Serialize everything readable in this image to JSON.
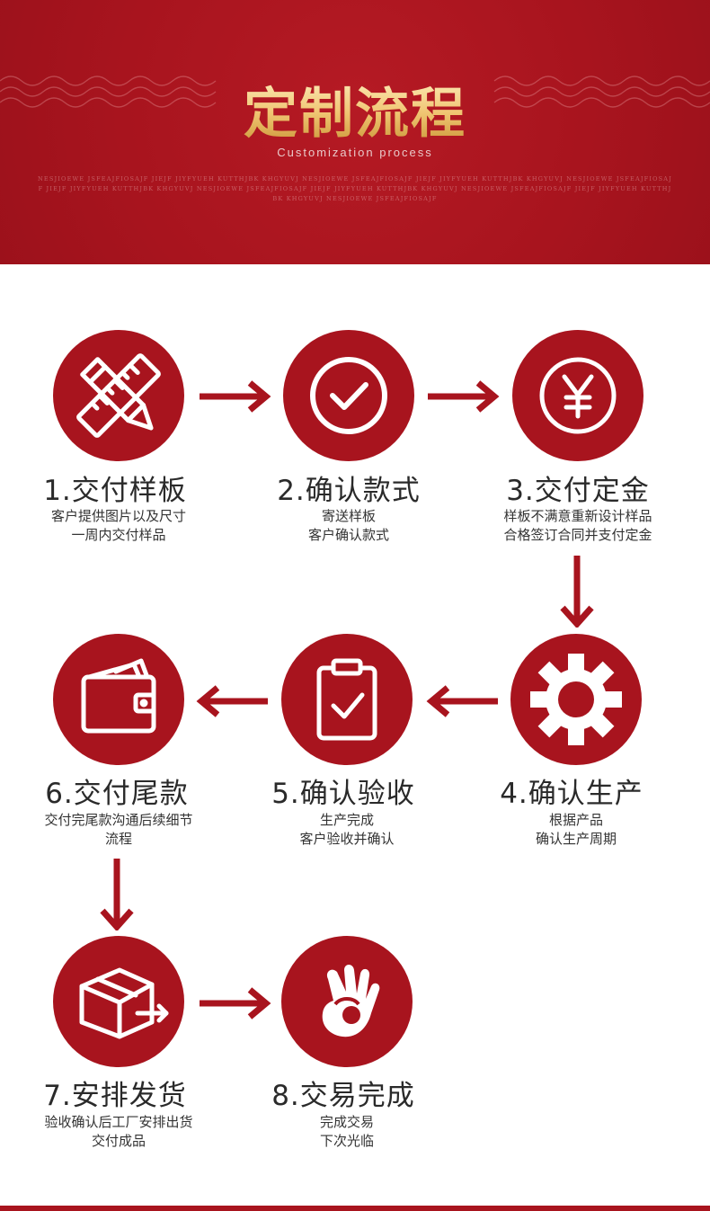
{
  "header": {
    "title": "定制流程",
    "subtitle": "Customization process",
    "filler_text": "NESJIOEWE JSFEAJFIOSAJF JIEJF JIYFYUEH KUTTHJBK KHGYUVJ NESJIOEWE JSFEAJFIOSAJF JIEJF JIYFYUEH KUTTHJBK KHGYUVJ NESJIOEWE JSFEAJFIOSAJF JIEJF JIYFYUEH KUTTHJBK KHGYUVJ NESJIOEWE JSFEAJFIOSAJF JIEJF JIYFYUEH KUTTHJBK KHGYUVJ NESJIOEWE JSFEAJFIOSAJF JIEJF JIYFYUEH KUTTHJBK KHGYUVJ NESJIOEWE JSFEAJFIOSAJF"
  },
  "colors": {
    "primary": "#a8141e",
    "gold": "#f0c572",
    "text": "#2a2a2a"
  },
  "steps": [
    {
      "title": "1.交付样板",
      "desc1": "客户提供图片以及尺寸",
      "desc2": "一周内交付样品",
      "icon": "ruler-pencil-icon"
    },
    {
      "title": "2.确认款式",
      "desc1": "寄送样板",
      "desc2": "客户确认款式",
      "icon": "checkmark-circle-icon"
    },
    {
      "title": "3.交付定金",
      "desc1": "样板不满意重新设计样品",
      "desc2": "合格签订合同并支付定金",
      "icon": "yen-coin-icon"
    },
    {
      "title": "4.确认生产",
      "desc1": "根据产品",
      "desc2": "确认生产周期",
      "icon": "gear-icon"
    },
    {
      "title": "5.确认验收",
      "desc1": "生产完成",
      "desc2": "客户验收并确认",
      "icon": "clipboard-check-icon"
    },
    {
      "title": "6.交付尾款",
      "desc1": "交付完尾款沟通后续细节",
      "desc2": "流程",
      "icon": "wallet-icon"
    },
    {
      "title": "7.安排发货",
      "desc1": "验收确认后工厂安排出货",
      "desc2": "交付成品",
      "icon": "package-icon"
    },
    {
      "title": "8.交易完成",
      "desc1": "完成交易",
      "desc2": "下次光临",
      "icon": "ok-hand-icon"
    }
  ]
}
